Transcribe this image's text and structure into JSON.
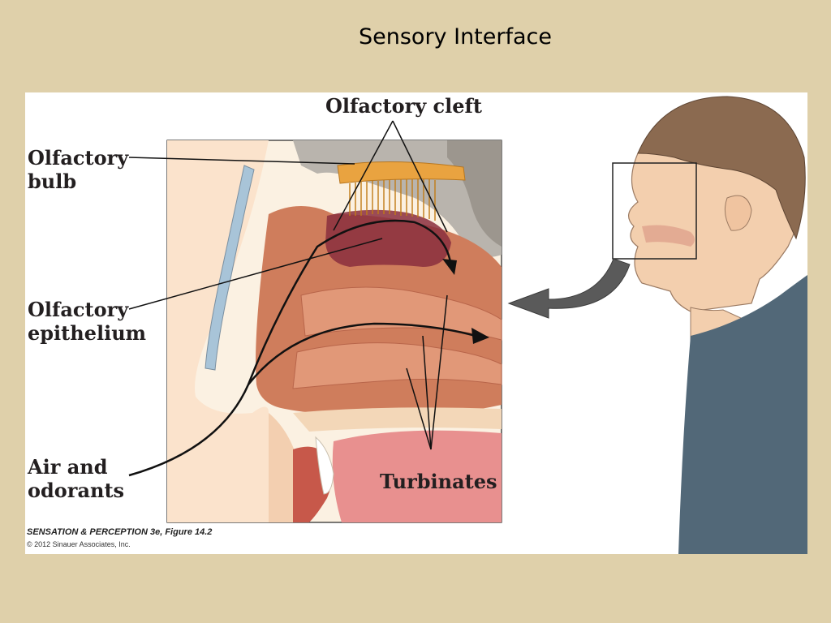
{
  "title": "Sensory Interface",
  "labels": {
    "olfactory_cleft": "Olfactory cleft",
    "olfactory_bulb": [
      "Olfactory",
      "bulb"
    ],
    "olfactory_epithelium": [
      "Olfactory",
      "epithelium"
    ],
    "air_and_odorants": [
      "Air and",
      "odorants"
    ],
    "turbinates": "Turbinates"
  },
  "credit": {
    "figure": "SENSATION & PERCEPTION 3e, Figure 14.2",
    "copyright": "© 2012 Sinauer Associates, Inc."
  },
  "colors": {
    "background": "#dfd0aa",
    "tissue": "#cf7d5c",
    "epithelium": "#8a2e3d",
    "bulb": "#e9a340",
    "arrow": "#5a5a5a"
  }
}
